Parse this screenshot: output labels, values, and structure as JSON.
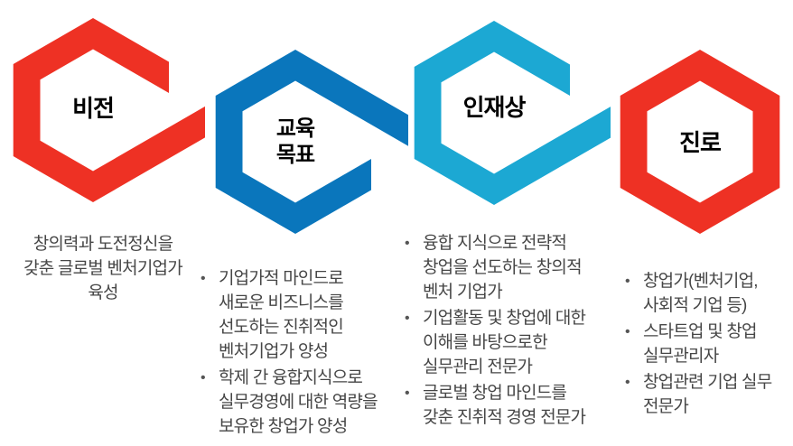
{
  "ui": {
    "bullet": "•"
  },
  "colors": {
    "red": "#EE3124",
    "blue": "#0A76BC",
    "cyan": "#1CA8D3",
    "label_text": "#000000",
    "body_text": "#464646"
  },
  "hexagons": [
    {
      "name": "vision",
      "color": "red",
      "label_lines": [
        "비전"
      ]
    },
    {
      "name": "education-goals",
      "color": "blue",
      "label_lines": [
        "교육",
        "목표"
      ]
    },
    {
      "name": "talent-profile",
      "color": "cyan",
      "label_lines": [
        "인재상"
      ]
    },
    {
      "name": "career-path",
      "color": "red",
      "label_lines": [
        "진로"
      ]
    }
  ],
  "blocks": [
    {
      "style": "paragraph",
      "lines": [
        "창의력과 도전정신을",
        "갖춘 글로벌 벤처기업가",
        "육성"
      ]
    },
    {
      "style": "bullets",
      "items": [
        {
          "lines": [
            "기업가적 마인드로",
            "새로운 비즈니스를",
            "선도하는 진취적인",
            "벤처기업가 양성"
          ]
        },
        {
          "lines": [
            "학제 간 융합지식으로",
            "실무경영에 대한 역량을",
            "보유한 창업가 양성"
          ]
        }
      ]
    },
    {
      "style": "bullets",
      "items": [
        {
          "lines": [
            "융합 지식으로 전략적",
            "창업을 선도하는 창의적",
            "벤처 기업가"
          ]
        },
        {
          "lines": [
            "기업활동 및 창업에 대한",
            "이해를 바탕으로한",
            "실무관리 전문가"
          ]
        },
        {
          "lines": [
            "글로벌 창업 마인드를",
            "갖춘 진취적 경영 전문가"
          ]
        }
      ]
    },
    {
      "style": "bullets",
      "items": [
        {
          "lines": [
            "창업가(벤처기업,",
            "사회적 기업 등)"
          ]
        },
        {
          "lines": [
            "스타트업 및 창업",
            "실무관리자"
          ]
        },
        {
          "lines": [
            "창업관련 기업 실무",
            "전문가"
          ]
        }
      ]
    }
  ]
}
